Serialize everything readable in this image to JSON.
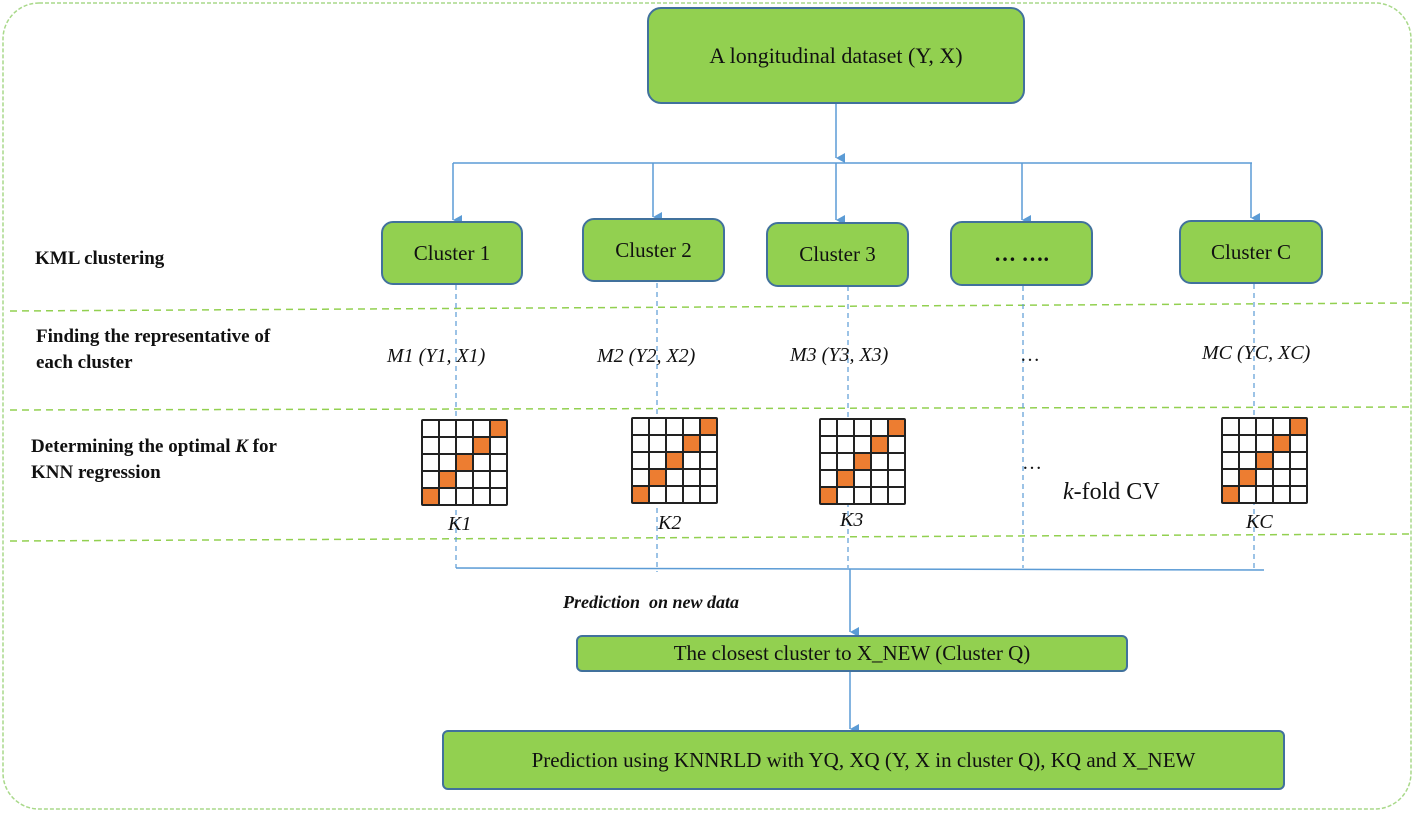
{
  "top": {
    "label": "A longitudinal dataset (Y, X)"
  },
  "row_labels": {
    "kml": "KML clustering",
    "representative_line1": "Finding the representative of",
    "representative_line2": "each cluster",
    "optimal_k_line1_pre": "Determining the optimal ",
    "optimal_k_line1_k": "K",
    "optimal_k_line1_post": " for",
    "optimal_k_line2": "KNN regression"
  },
  "clusters": [
    {
      "label": "Cluster 1",
      "rep": "M1 (Y1, X1)",
      "k": "K1"
    },
    {
      "label": "Cluster 2",
      "rep": "M2 (Y2, X2)",
      "k": "K2"
    },
    {
      "label": "Cluster 3",
      "rep": "M3 (Y3, X3)",
      "k": "K3"
    },
    {
      "label": "… ….",
      "rep": "…",
      "k": "…"
    },
    {
      "label": "Cluster C",
      "rep": "MC (YC, XC)",
      "k": "KC"
    }
  ],
  "kfold": {
    "k": "k",
    "rest": "-fold CV"
  },
  "prediction": {
    "section_label": "Prediction  on new data",
    "closest": "The closest cluster to X_NEW (Cluster Q)",
    "final": "Prediction using KNNRLD with YQ, XQ (Y, X in cluster Q), KQ and X_NEW"
  },
  "colors": {
    "box_fill": "#92d050",
    "box_border": "#41719c",
    "arrow": "#5b9bd5",
    "separator": "#92d050",
    "highlight_cell": "#ed7d31"
  }
}
